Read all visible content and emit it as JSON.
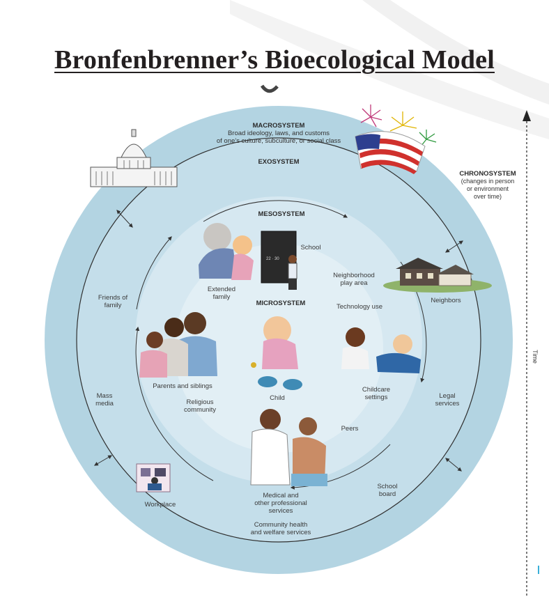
{
  "title": "Bronfenbrenner’s Bioecological Model",
  "systems": {
    "macrosystem": {
      "name": "MACROSYSTEM",
      "desc_line1": "Broad ideology, laws, and customs",
      "desc_line2": "of one’s culture, subculture, or social class"
    },
    "exosystem": {
      "name": "EXOSYSTEM"
    },
    "mesosystem": {
      "name": "MESOSYSTEM"
    },
    "microsystem": {
      "name": "MICROSYSTEM"
    },
    "chronosystem": {
      "name": "CHRONOSYSTEM",
      "desc_line1": "(changes in person",
      "desc_line2": "or environment",
      "desc_line3": "over time)"
    }
  },
  "time_axis": {
    "label": "Time"
  },
  "labels": {
    "school": "School",
    "extended_family_1": "Extended",
    "extended_family_2": "family",
    "neighborhood_1": "Neighborhood",
    "neighborhood_2": "play area",
    "technology": "Technology use",
    "parents": "Parents and siblings",
    "religious_1": "Religious",
    "religious_2": "community",
    "child": "Child",
    "childcare_1": "Childcare",
    "childcare_2": "settings",
    "peers": "Peers",
    "medical_1": "Medical and",
    "medical_2": "other professional",
    "medical_3": "services",
    "friends_1": "Friends of",
    "friends_2": "family",
    "mass_media_1": "Mass",
    "mass_media_2": "media",
    "neighbors": "Neighbors",
    "legal_1": "Legal",
    "legal_2": "services",
    "workplace": "Workplace",
    "school_board_1": "School",
    "school_board_2": "board",
    "community_health_1": "Community health",
    "community_health_2": "and welfare services"
  },
  "icons": [
    "capitol-icon",
    "flag-icon",
    "fireworks-icon",
    "house-icon",
    "workplace-icon",
    "school-icon",
    "family-icon",
    "child-icon",
    "doctor-icon",
    "babies-icon"
  ],
  "colors": {
    "outer_ring": "#b3d4e2",
    "middle_ring": "#c4deea",
    "inner_disc": "#d6e8f1",
    "arrow": "#333333"
  }
}
